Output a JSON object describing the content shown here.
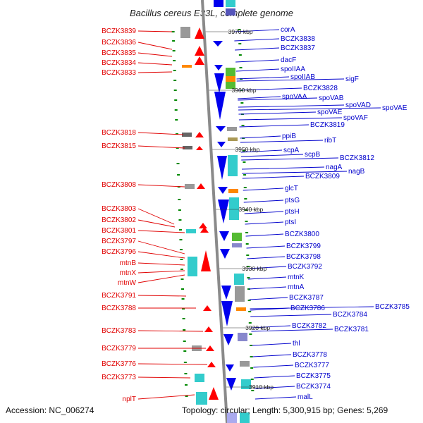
{
  "title": "Bacillus cereus E33L, complete genome",
  "accession_label": "Accession: NC_006274",
  "topology_label": "Topology: circular; Length: 5,300,915 bp; Genes: 5,269",
  "colors": {
    "left_label": "#e00000",
    "right_label": "#0000cc",
    "backbone": "#8a8a8a",
    "tick": "#008800",
    "forward_gene": "#ff0000",
    "reverse_gene": "#0000ee",
    "cyan_block": "#33cccc",
    "gray_block": "#999999",
    "green_block": "#55bb33",
    "orange_block": "#ff8800",
    "purple_block": "#8888cc"
  },
  "scale_marks": [
    "3970 kbp",
    "3960 kbp",
    "3950 kbp",
    "3940 kbp",
    "3930 kbp",
    "3920 kbp",
    "3910 kbp"
  ],
  "left_genes": [
    "BCZK3839",
    "BCZK3836",
    "BCZK3835",
    "BCZK3834",
    "BCZK3833",
    "BCZK3818",
    "BCZK3815",
    "BCZK3808",
    "BCZK3803",
    "BCZK3802",
    "BCZK3801",
    "BCZK3797",
    "BCZK3796",
    "mtnB",
    "mtnX",
    "mtnW",
    "BCZK3791",
    "BCZK3788",
    "BCZK3783",
    "BCZK3779",
    "BCZK3776",
    "BCZK3773",
    "nplT"
  ],
  "right_genes": [
    "corA",
    "BCZK3838",
    "BCZK3837",
    "dacF",
    "spoIIAA",
    "spoIIAB",
    "sigF",
    "BCZK3828",
    "spoVAA",
    "spoVAB",
    "spoVAD",
    "spoVAE",
    "spoVAE",
    "spoVAF",
    "BCZK3819",
    "ppiB",
    "ribT",
    "scpA",
    "scpB",
    "BCZK3812",
    "nagA",
    "nagB",
    "BCZK3809",
    "glcT",
    "ptsG",
    "ptsH",
    "ptsI",
    "BCZK3800",
    "BCZK3799",
    "BCZK3798",
    "BCZK3792",
    "mtnK",
    "mtnA",
    "BCZK3787",
    "BCZK3786",
    "BCZK3785",
    "BCZK3784",
    "BCZK3782",
    "BCZK3781",
    "thl",
    "BCZK3778",
    "BCZK3777",
    "BCZK3775",
    "BCZK3774",
    "malL"
  ]
}
